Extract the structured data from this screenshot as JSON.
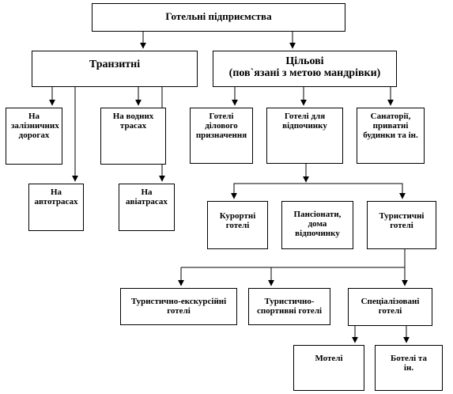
{
  "root": {
    "label": "Готельні підприємства"
  },
  "transit": {
    "label": "Транзитні",
    "children": {
      "railway": "На залізничних дорогах",
      "highway": "На автотрасах",
      "waterway": "На водних трасах",
      "airway": "На авіатрасах"
    }
  },
  "target": {
    "line1": "Цільові",
    "line2": "(пов`язані з метою мандрівки)",
    "children": {
      "business": "Готелі ділового призначення",
      "leisure": "Готелі для відпочинку",
      "sanatorium": "Санаторії, приватні будинки та ін."
    }
  },
  "leisure_children": {
    "resort": "Курортні готелі",
    "boarding": "Пансіонати, дома відпочинку",
    "tourist": "Туристичні готелі"
  },
  "tourist_children": {
    "excursion": "Туристично-екскурсійні готелі",
    "sport": "Туристично-спортивні готелі",
    "specialized": "Спеціалізовані готелі"
  },
  "specialized_children": {
    "motel": "Мотелі",
    "botel": "Ботелі та ін."
  }
}
